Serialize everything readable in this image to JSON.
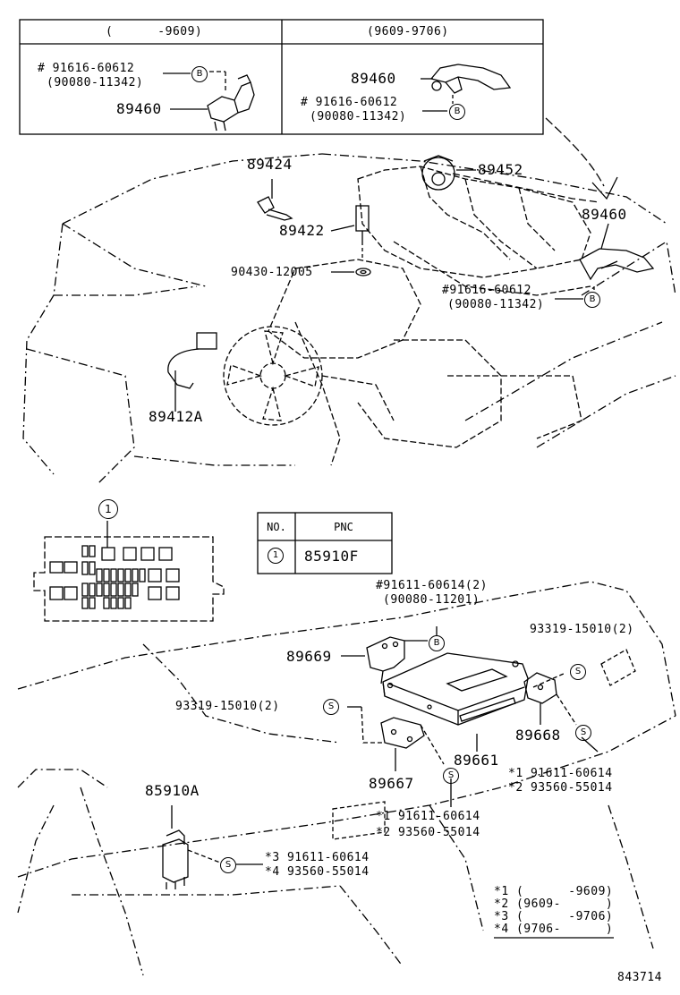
{
  "inset": {
    "left_header": "(      -9609)",
    "right_header": "(9609-9706)",
    "left": {
      "bolt_line1": "# 91616-60612",
      "bolt_line2": "(90080-11342)",
      "sensor": "89460",
      "marker": "B"
    },
    "right": {
      "sensor": "89460",
      "bolt_line1": "# 91616-60612",
      "bolt_line2": "(90080-11342)",
      "marker": "B"
    }
  },
  "engine": {
    "p89424": "89424",
    "p89452": "89452",
    "p89460": "89460",
    "p89422": "89422",
    "p90430": "90430-12005",
    "bolt_line1": "#91616-60612",
    "bolt_line2": "(90080-11342)",
    "marker": "B",
    "p89412a": "89412A"
  },
  "relay_block": {
    "callout": "1"
  },
  "pnc_table": {
    "col_no": "NO.",
    "col_pnc": "PNC",
    "row_no": "1",
    "row_pnc": "85910F"
  },
  "ecu": {
    "bolt_line1": "#91611-60614(2)",
    "bolt_line2": "(90080-11201)",
    "bolt_marker": "B",
    "p89669": "89669",
    "screw_right": "93319-15010(2)",
    "screw_left": "93319-15010(2)",
    "screw_marker": "S",
    "p89668": "89668",
    "p89661": "89661",
    "p89667": "89667",
    "right_pair": [
      "*1 91611-60614",
      "*2 93560-55014"
    ],
    "mid_pair": [
      "*1 91611-60614",
      "*2 93560-55014"
    ],
    "relay": "85910A",
    "low_pair": [
      "*3 91611-60614",
      "*4 93560-55014"
    ]
  },
  "legend": [
    "*1 (      -9609)",
    "*2 (9609-      )",
    "*3 (      -9706)",
    "*4 (9706-      )"
  ],
  "code": "843714"
}
